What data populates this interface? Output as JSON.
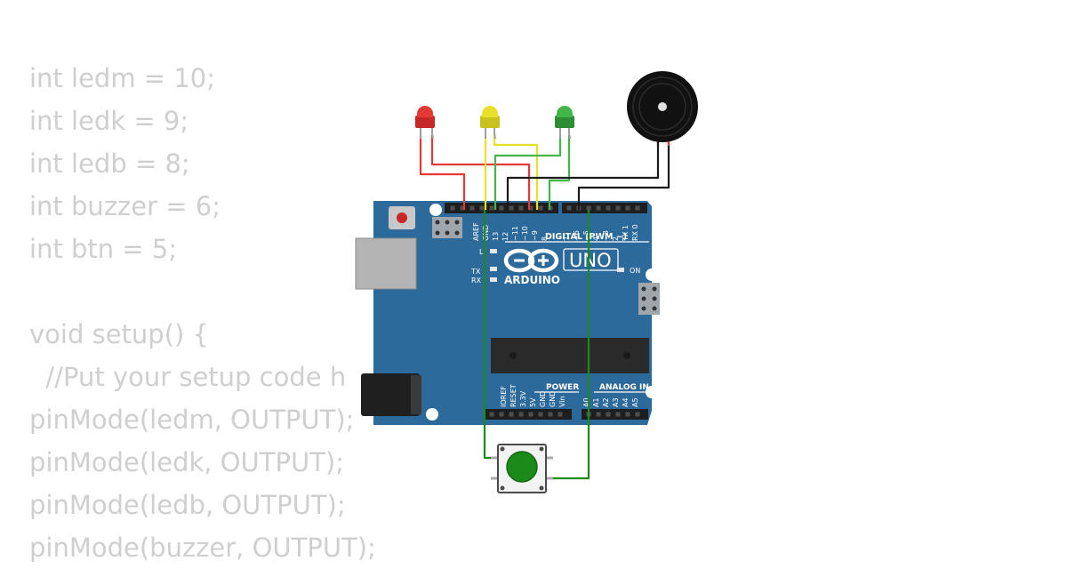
{
  "code_lines": [
    "int ledm = 10;",
    "int ledk = 9;",
    "int ledb = 8;",
    "int buzzer = 6;",
    "int btn = 5;",
    "",
    "void setup() {",
    "  //Put your setup code h",
    "pinMode(ledm, OUTPUT);",
    "pinMode(ledk, OUTPUT);",
    "pinMode(ledb, OUTPUT);",
    "pinMode(buzzer, OUTPUT);"
  ],
  "board": {
    "logo_text": "ARDUINO",
    "model_text": "UNO",
    "digital_label": "DIGITAL (PWM ~)",
    "analog_label": "ANALOG IN",
    "power_label": "POWER",
    "on_label": "ON",
    "l_label": "L",
    "tx_label": "TX",
    "rx_label": "RX",
    "digital_pins": [
      "AREF",
      "GND",
      "13",
      "12",
      "~11",
      "~10",
      "~9",
      "8",
      "7",
      "~6",
      "~5",
      "4",
      "~3",
      "2",
      "TX 1",
      "RX 0"
    ],
    "power_pins": [
      "IOREF",
      "RESET",
      "3.3V",
      "5V",
      "GND",
      "GND",
      "Vin"
    ],
    "analog_pins": [
      "A0",
      "A1",
      "A2",
      "A3",
      "A4",
      "A5"
    ]
  },
  "components": {
    "leds": [
      {
        "name": "red-led",
        "color": "#e53935"
      },
      {
        "name": "yellow-led",
        "color": "#e8e02a"
      },
      {
        "name": "green-led",
        "color": "#43b649"
      }
    ],
    "buzzer_color": "#111111",
    "button_color": "#1b8a1b",
    "board_color": "#2d6a9c"
  }
}
